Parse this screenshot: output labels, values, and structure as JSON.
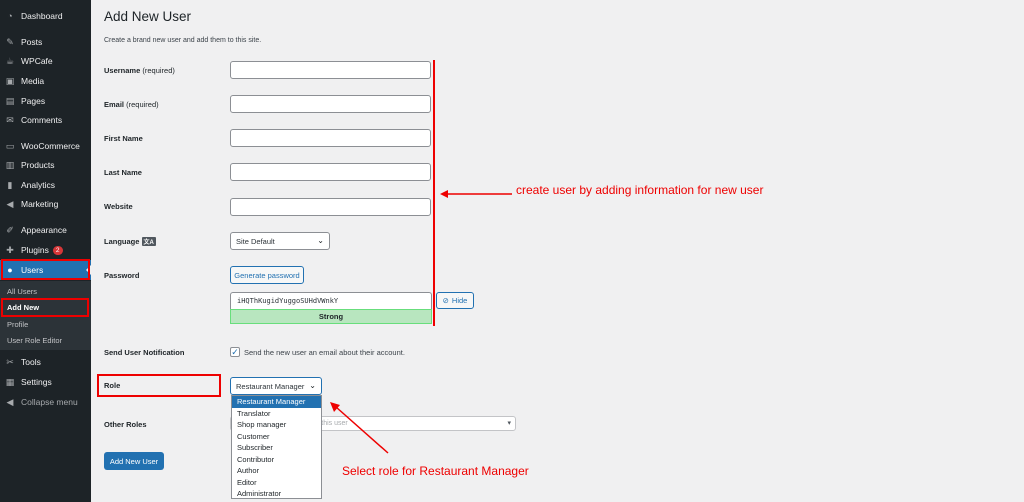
{
  "sidebar": {
    "items": [
      {
        "label": "Dashboard",
        "icon": "dashboard-icon",
        "glyph": "◔"
      },
      {
        "label": "Posts",
        "icon": "pin-icon",
        "glyph": "✎"
      },
      {
        "label": "WPCafe",
        "icon": "cafe-icon",
        "glyph": "☕"
      },
      {
        "label": "Media",
        "icon": "media-icon",
        "glyph": "▣"
      },
      {
        "label": "Pages",
        "icon": "pages-icon",
        "glyph": "▤"
      },
      {
        "label": "Comments",
        "icon": "comments-icon",
        "glyph": "✉"
      },
      {
        "label": "WooCommerce",
        "icon": "woocommerce-icon",
        "glyph": "▭"
      },
      {
        "label": "Products",
        "icon": "products-icon",
        "glyph": "▥"
      },
      {
        "label": "Analytics",
        "icon": "analytics-icon",
        "glyph": "▮"
      },
      {
        "label": "Marketing",
        "icon": "megaphone-icon",
        "glyph": "◀"
      },
      {
        "label": "Appearance",
        "icon": "brush-icon",
        "glyph": "✐"
      },
      {
        "label": "Plugins",
        "icon": "plugin-icon",
        "glyph": "✚",
        "badge": "2"
      },
      {
        "label": "Users",
        "icon": "user-icon",
        "glyph": "●"
      },
      {
        "label": "Tools",
        "icon": "wrench-icon",
        "glyph": "✂"
      },
      {
        "label": "Settings",
        "icon": "settings-icon",
        "glyph": "▦"
      },
      {
        "label": "Collapse menu",
        "icon": "collapse-icon",
        "glyph": "◀"
      }
    ],
    "submenu": [
      "All Users",
      "Add New",
      "Profile",
      "User Role Editor"
    ]
  },
  "page": {
    "title": "Add New User",
    "description": "Create a brand new user and add them to this site."
  },
  "form": {
    "username_label": "Username",
    "username_req": "(required)",
    "email_label": "Email",
    "email_req": "(required)",
    "first_name_label": "First Name",
    "last_name_label": "Last Name",
    "website_label": "Website",
    "language_label": "Language",
    "language_value": "Site Default",
    "password_label": "Password",
    "generate_password": "Generate password",
    "password_value": "iHQThKugidYuggoSUHdVWnkY",
    "hide_label": "Hide",
    "strength": "Strong",
    "notification_label": "Send User Notification",
    "notification_text": "Send the new user an email about their account.",
    "role_label": "Role",
    "role_value": "Restaurant Manager",
    "other_roles_label": "Other Roles",
    "other_roles_placeholder": "r this user",
    "submit": "Add New User"
  },
  "role_options": [
    "Restaurant Manager",
    "Translator",
    "Shop manager",
    "Customer",
    "Subscriber",
    "Contributor",
    "Author",
    "Editor",
    "Administrator"
  ],
  "annotations": {
    "form_note": "create user by adding information for new user",
    "role_note": "Select role for Restaurant Manager"
  },
  "colors": {
    "accent": "#2271b1",
    "sidebar": "#1d2327",
    "annotation": "#ee0000",
    "strong": "#b8e6bf"
  }
}
